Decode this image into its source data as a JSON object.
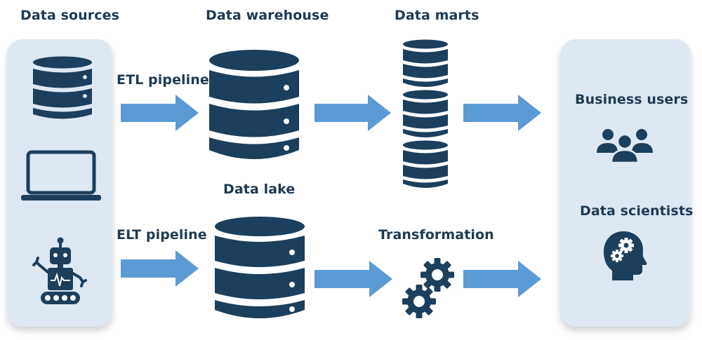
{
  "labels": {
    "data_sources": "Data sources",
    "data_warehouse": "Data warehouse",
    "data_marts": "Data marts",
    "etl_pipeline": "ETL pipeline",
    "data_lake": "Data lake",
    "elt_pipeline": "ELT pipeline",
    "transformation": "Transformation",
    "business_users": "Business users",
    "data_scientists": "Data scientists"
  },
  "colors": {
    "icon": "#1b3f5c",
    "arrow": "#5b9bd5",
    "panel": "#dde8f3",
    "text": "#1e3a52"
  },
  "icons": [
    "database-icon",
    "laptop-icon",
    "robot-icon",
    "gear-icon",
    "users-group-icon",
    "head-gears-icon",
    "arrow-right-icon"
  ]
}
